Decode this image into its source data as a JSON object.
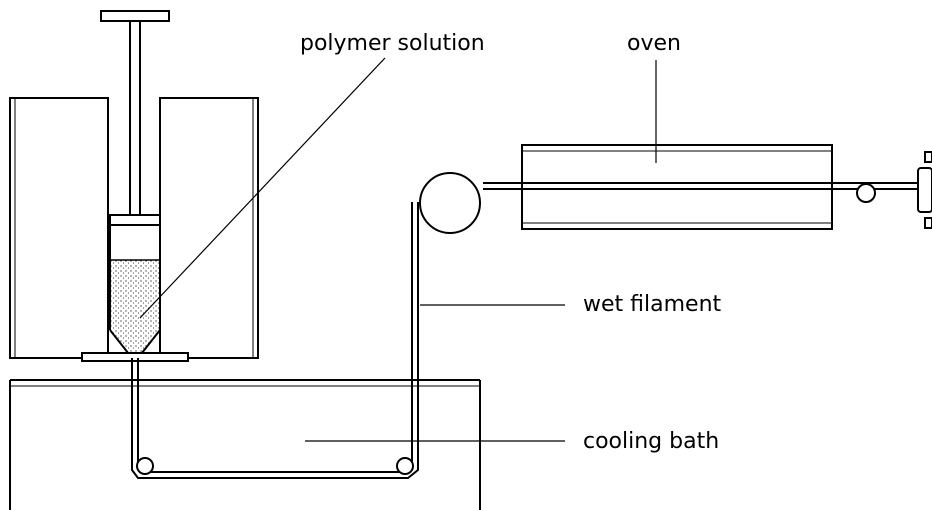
{
  "labels": {
    "polymer_solution": "polymer solution",
    "oven": "oven",
    "wet_filament": "wet filament",
    "cooling_bath": "cooling bath"
  },
  "colors": {
    "line": "#000000",
    "background": "#ffffff"
  }
}
